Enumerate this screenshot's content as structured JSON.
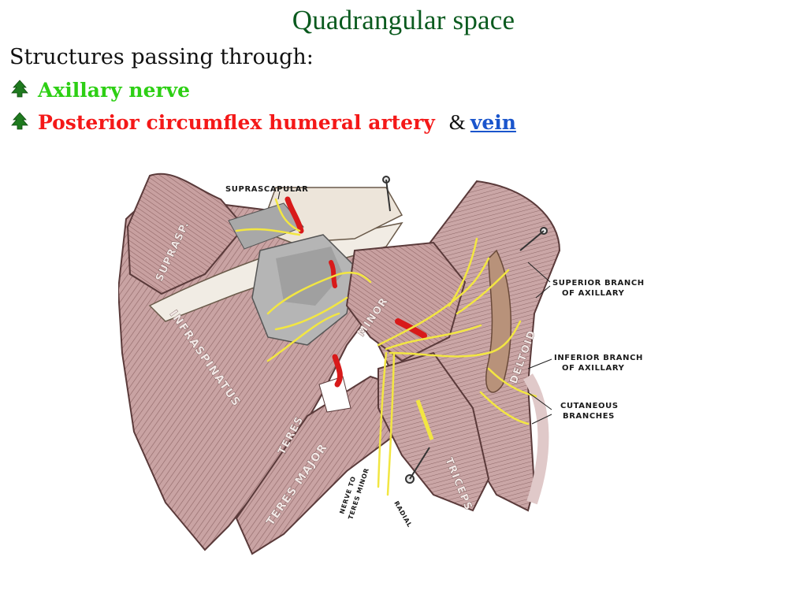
{
  "title": "Quadrangular space",
  "intro": "Structures passing through:",
  "bullets": {
    "item1": "Axillary nerve",
    "item2_part1": "Posterior circumflex humeral artery",
    "item2_amp": "&",
    "item2_part2": "vein"
  },
  "figure": {
    "labels": {
      "suprascapular": "SUPRASCAPULAR",
      "superior_branch_1": "SUPERIOR  BRANCH",
      "superior_branch_2": "OF  AXILLARY",
      "inferior_branch_1": "INFERIOR  BRANCH",
      "inferior_branch_2": "OF  AXILLARY",
      "cutaneous_1": "CUTANEOUS",
      "cutaneous_2": "BRANCHES",
      "nerve_to_1": "NERVE TO",
      "nerve_to_2": "TERES MINOR",
      "radial": "RADIAL"
    },
    "muscles": {
      "supraspinatus": "SUPRASP.",
      "infraspinatus": "INFRASPINATUS",
      "teres_minor": "MINOR",
      "teres_major_upper": "TERES",
      "teres_major": "TERES  MAJOR",
      "deltoid": "DELTOID",
      "triceps": "TRICEPS"
    }
  },
  "colors": {
    "title": "#0a5a1e",
    "axillary_nerve": "#2dcf14",
    "artery": "#f41818",
    "vein": "#1a55cc",
    "muscle": "#c9a3a3",
    "nerve": "#f2e642"
  }
}
